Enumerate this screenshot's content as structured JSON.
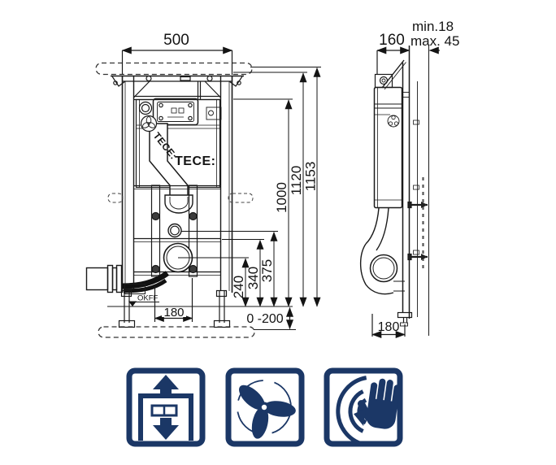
{
  "colors": {
    "navy": "#1b3766",
    "ink": "#1a1a1a"
  },
  "front_view": {
    "width": "500",
    "brand": "TECE:",
    "pipe_brand": "TECE:",
    "floor_level": "OKFF",
    "drain_offset": "180",
    "floor_buildup": "0 -200"
  },
  "side_view": {
    "depth": "160",
    "wall_min": "min.18",
    "wall_max": "max. 45",
    "drain_distance": "180"
  },
  "heights": {
    "total": "1153",
    "frame": "1120",
    "cistern_top": "1000",
    "supply": "375",
    "bend": "340",
    "outlet": "240"
  },
  "features": [
    {
      "icon": "height-adjustable-icon"
    },
    {
      "icon": "extraction-fan-icon"
    },
    {
      "icon": "touchless-actuation-icon"
    }
  ]
}
